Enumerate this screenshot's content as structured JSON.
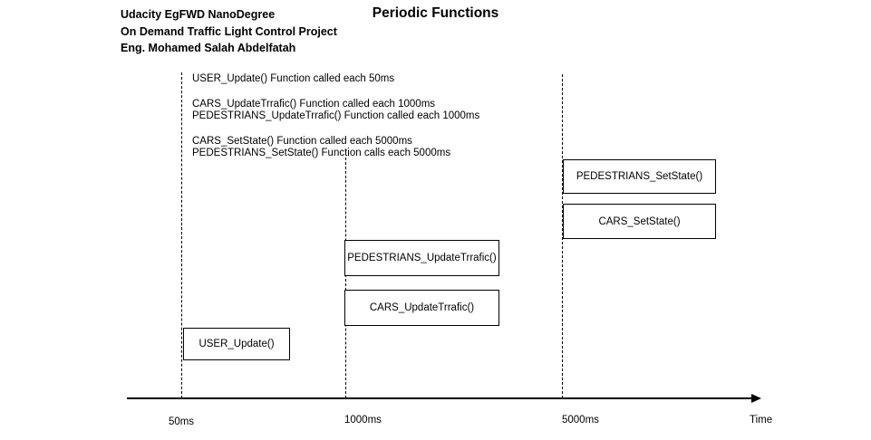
{
  "header": {
    "line1": "Udacity EgFWD NanoDegree",
    "line2": "On Demand Traffic Light Control Project",
    "line3": "Eng. Mohamed Salah Abdelfatah"
  },
  "title": "Periodic Functions",
  "legend": {
    "lines": [
      "USER_Update() Function called each 50ms",
      "CARS_UpdateTrrafic() Function called each 1000ms",
      "PEDESTRIANS_UpdateTrrafic() Function called each 1000ms",
      "CARS_SetState() Function called each 5000ms",
      "PEDESTRIANS_SetState() Function calls each 5000ms"
    ]
  },
  "function_boxes": {
    "pedestrians_setstate": "PEDESTRIANS_SetState()",
    "cars_setstate": "CARS_SetState()",
    "pedestrians_update": "PEDESTRIANS_UpdateTrrafic()",
    "cars_update": "CARS_UpdateTrrafic()",
    "user_update": "USER_Update()"
  },
  "timeline": {
    "ticks": [
      {
        "label": "50ms",
        "period_ms": 50
      },
      {
        "label": "1000ms",
        "period_ms": 1000
      },
      {
        "label": "5000ms",
        "period_ms": 5000
      }
    ],
    "axis_label": "Time"
  },
  "colors": {
    "foreground": "#000000",
    "background": "#ffffff"
  }
}
